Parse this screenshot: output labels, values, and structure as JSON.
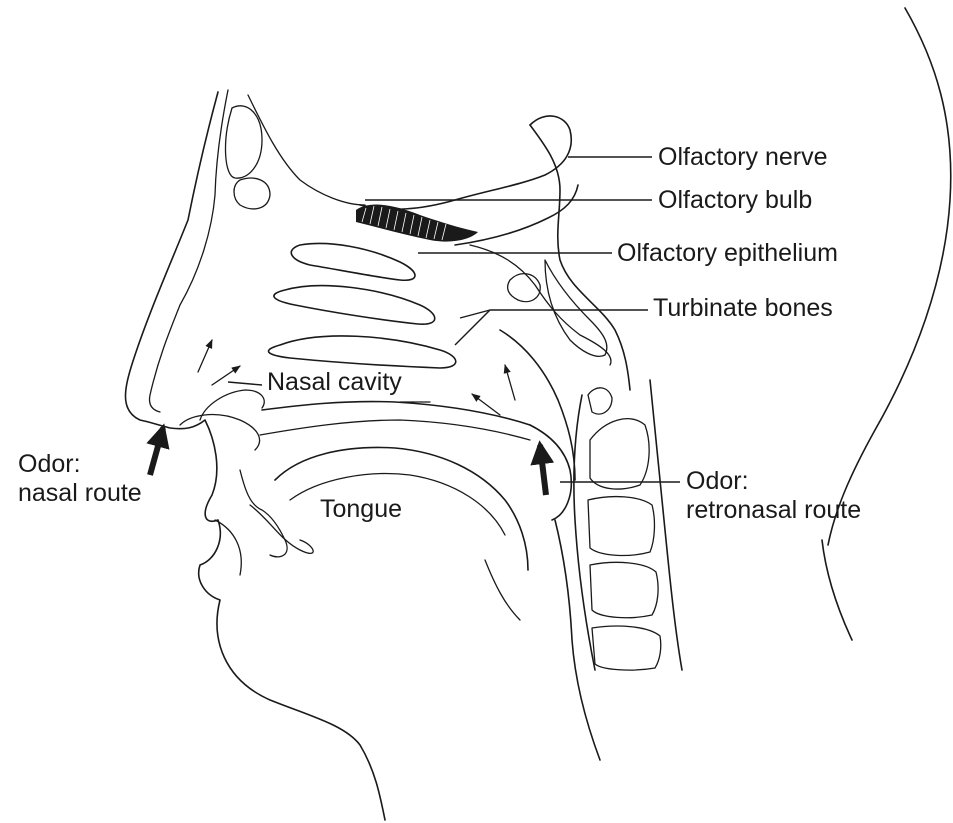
{
  "labels": {
    "olfactory_nerve": "Olfactory nerve",
    "olfactory_bulb": "Olfactory bulb",
    "olfactory_epithelium": "Olfactory epithelium",
    "turbinate_bones": "Turbinate bones",
    "nasal_cavity": "Nasal cavity",
    "tongue": "Tongue",
    "nasal_route_line1": "Odor:",
    "nasal_route_line2": "nasal route",
    "retronasal_route_line1": "Odor:",
    "retronasal_route_line2": "retronasal route"
  },
  "colors": {
    "ink": "#1a1a1a",
    "background": "#ffffff"
  }
}
